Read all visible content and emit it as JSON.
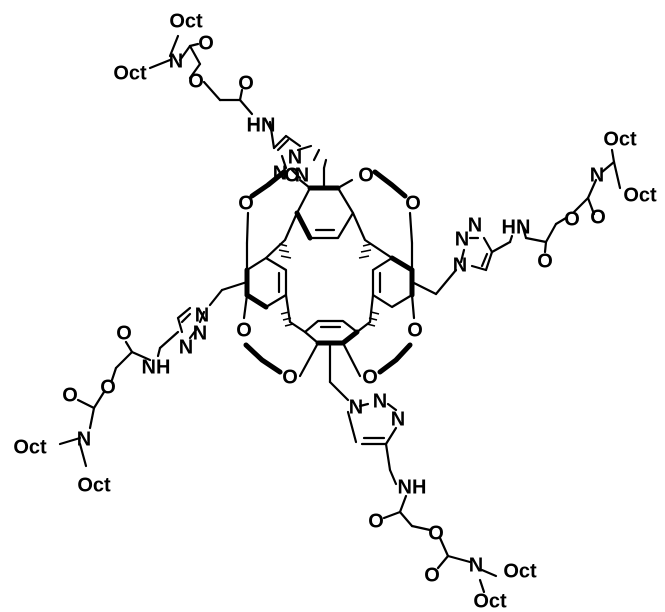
{
  "atoms": {
    "oxygen": "O",
    "nitrogen": "N",
    "amide_nh": "NH",
    "amide_hn": "HN",
    "octyl": "Oct"
  }
}
